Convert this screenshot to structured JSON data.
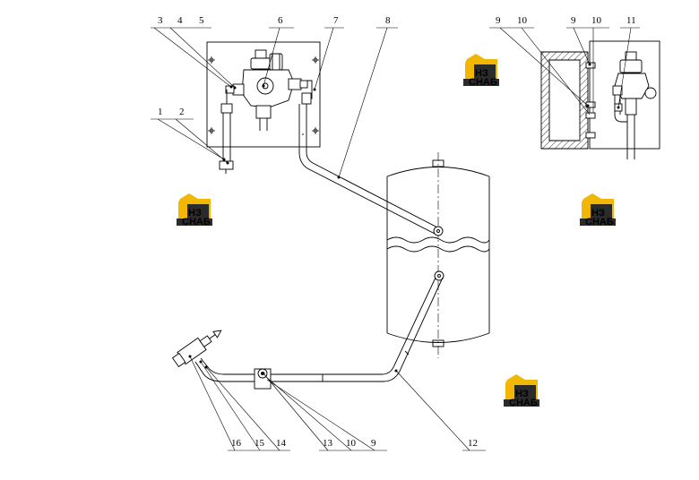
{
  "callouts": [
    {
      "id": "c3",
      "text": "3"
    },
    {
      "id": "c4",
      "text": "4"
    },
    {
      "id": "c5",
      "text": "5"
    },
    {
      "id": "c6",
      "text": "6"
    },
    {
      "id": "c7",
      "text": "7"
    },
    {
      "id": "c8",
      "text": "8"
    },
    {
      "id": "c1",
      "text": "1"
    },
    {
      "id": "c2",
      "text": "2"
    },
    {
      "id": "c9a",
      "text": "9"
    },
    {
      "id": "c10a",
      "text": "10"
    },
    {
      "id": "c9b",
      "text": "9"
    },
    {
      "id": "c10b",
      "text": "10"
    },
    {
      "id": "c11",
      "text": "11"
    },
    {
      "id": "c16",
      "text": "16"
    },
    {
      "id": "c15",
      "text": "15"
    },
    {
      "id": "c14",
      "text": "14"
    },
    {
      "id": "c13",
      "text": "13"
    },
    {
      "id": "c10c",
      "text": "10"
    },
    {
      "id": "c9c",
      "text": "9"
    },
    {
      "id": "c12",
      "text": "12"
    }
  ],
  "watermark": {
    "mark": "НЗ",
    "word": "СНАБ",
    "colors": {
      "yellow": "#f2b705",
      "dark": "#2b2b2b",
      "white": "#ffffff"
    }
  },
  "line_color": "#000000"
}
